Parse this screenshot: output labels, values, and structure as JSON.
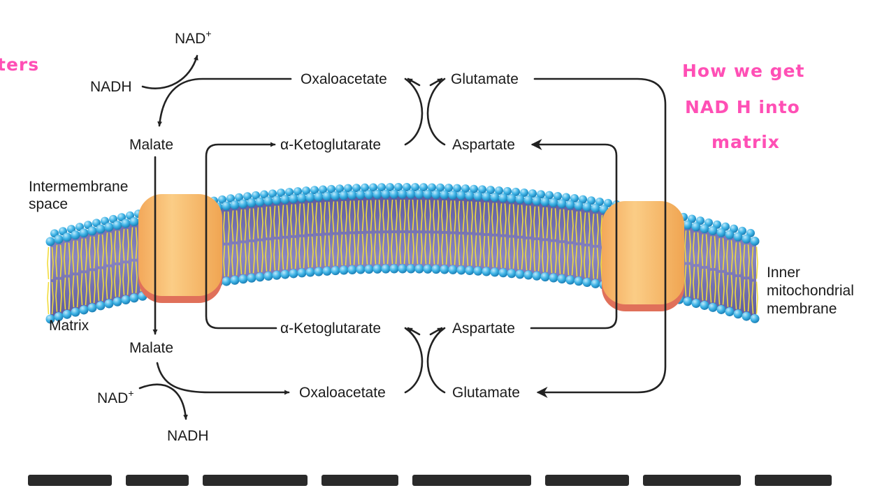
{
  "labels": {
    "nad_plus_top": "NAD",
    "nad_plus_top_sup": "+",
    "nadh_top": "NADH",
    "oxaloacetate_top": "Oxaloacetate",
    "glutamate_top": "Glutamate",
    "malate_top": "Malate",
    "ketoglutarate_top": "α-Ketoglutarate",
    "aspartate_top": "Aspartate",
    "intermembrane_line1": "Intermembrane",
    "intermembrane_line2": "space",
    "matrix": "Matrix",
    "inner_line1": "Inner",
    "inner_line2": "mitochondrial",
    "inner_line3": "membrane",
    "malate_bottom": "Malate",
    "ketoglutarate_bottom": "α-Ketoglutarate",
    "aspartate_bottom": "Aspartate",
    "nad_plus_bottom": "NAD",
    "nad_plus_bottom_sup": "+",
    "oxaloacetate_bottom": "Oxaloacetate",
    "glutamate_bottom": "Glutamate",
    "nadh_bottom": "NADH"
  },
  "handwriting": {
    "left_fragment": "ters",
    "note_line1": "How we get",
    "note_line2": "NAD H into",
    "note_line3": "matrix"
  },
  "colors": {
    "lipid_head": "#3fb4e6",
    "lipid_tail": "#f2dc3c",
    "membrane_core": "#6b67a8",
    "transporter": "#f8bd72",
    "transporter_edge": "#e0705a",
    "annotation": "#ff4fb5"
  }
}
